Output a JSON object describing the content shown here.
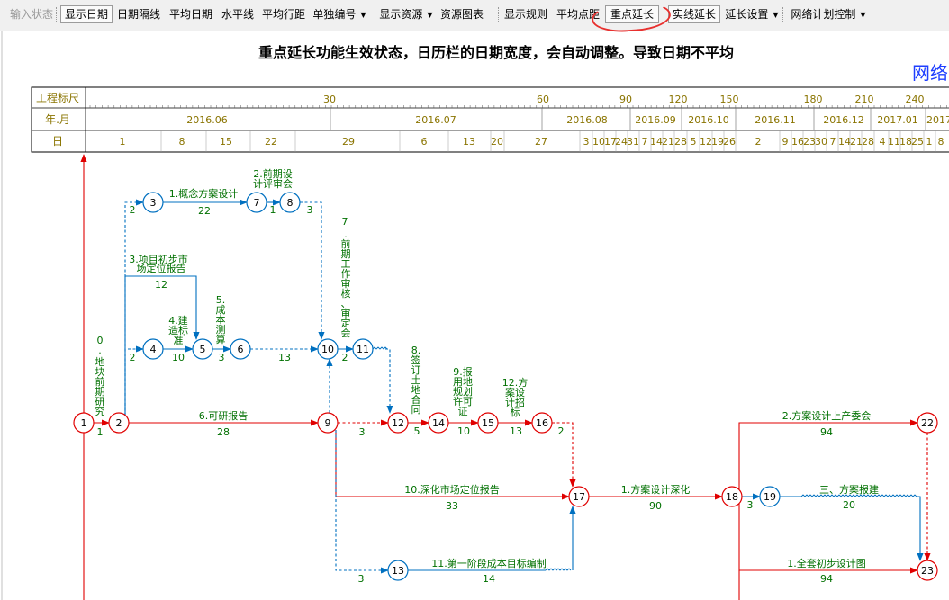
{
  "toolbar": {
    "items": [
      {
        "label": "输入状态",
        "disabled": true,
        "dropdown": false,
        "boxed": false
      },
      {
        "label": "显示日期",
        "disabled": false,
        "dropdown": false,
        "boxed": true
      },
      {
        "label": "日期隔线",
        "disabled": false,
        "dropdown": false,
        "boxed": false
      },
      {
        "label": "平均日期",
        "disabled": false,
        "dropdown": false,
        "boxed": false
      },
      {
        "label": "水平线",
        "disabled": false,
        "dropdown": false,
        "boxed": false
      },
      {
        "label": "平均行距",
        "disabled": false,
        "dropdown": false,
        "boxed": false
      },
      {
        "label": "单独编号",
        "disabled": false,
        "dropdown": true,
        "boxed": false
      },
      {
        "label": "显示资源",
        "disabled": false,
        "dropdown": true,
        "boxed": false
      },
      {
        "label": "资源图表",
        "disabled": false,
        "dropdown": false,
        "boxed": false
      },
      {
        "label": "显示规则",
        "disabled": false,
        "dropdown": false,
        "boxed": false
      },
      {
        "label": "平均点距",
        "disabled": false,
        "dropdown": false,
        "boxed": false
      },
      {
        "label": "重点延长",
        "disabled": false,
        "dropdown": false,
        "boxed": true
      },
      {
        "label": "实线延长",
        "disabled": false,
        "dropdown": false,
        "boxed": true
      },
      {
        "label": "延长设置",
        "disabled": false,
        "dropdown": true,
        "boxed": false
      },
      {
        "label": "网络计划控制",
        "disabled": false,
        "dropdown": true,
        "boxed": false
      }
    ]
  },
  "heading": "重点延长功能生效状态，日历栏的日期宽度，会自动调整。导致日期不平均",
  "network_title_partial": "网络",
  "scale": {
    "row_labels": {
      "ruler": "工程标尺",
      "month": "年.月",
      "day": "日"
    },
    "ruler_numbers": [
      "30",
      "60",
      "90",
      "120",
      "150",
      "180",
      "210",
      "240"
    ],
    "months": [
      "2016.06",
      "2016.07",
      "2016.08",
      "2016.09",
      "2016.10",
      "2016.11",
      "2016.12",
      "2017.01",
      "2017"
    ],
    "days": [
      "1",
      "8",
      "15",
      "22",
      "29",
      "6",
      "13",
      "20",
      "27",
      "3",
      "10",
      "17",
      "24",
      "31",
      "7",
      "14",
      "21",
      "28",
      "5",
      "12",
      "19",
      "26",
      "2",
      "9",
      "16",
      "23",
      "30",
      "7",
      "14",
      "21",
      "28",
      "4",
      "11",
      "18",
      "25",
      "1",
      "8"
    ]
  },
  "colors": {
    "critical": "#e00000",
    "normal": "#0070c0",
    "text": "#007000",
    "scale_text": "#8a7400"
  },
  "nodes": [
    "1",
    "2",
    "3",
    "4",
    "5",
    "6",
    "7",
    "8",
    "9",
    "10",
    "11",
    "12",
    "13",
    "14",
    "15",
    "16",
    "17",
    "18",
    "19",
    "22",
    "23"
  ],
  "tasks": [
    {
      "name": "1.概念方案设计",
      "duration": "22"
    },
    {
      "name": "2.前期设计评审会",
      "duration": "1"
    },
    {
      "name": "3.项目初步市场定位报告",
      "duration": "12"
    },
    {
      "name": "4.建造标准",
      "duration": "10"
    },
    {
      "name": "5.成本测算",
      "duration": "3"
    },
    {
      "name": "6.可研报告",
      "duration": "28"
    },
    {
      "name": "7.前期工作审核、审定会",
      "duration": "2"
    },
    {
      "name": "8.签订土地合同",
      "duration": "5"
    },
    {
      "name": "9.报用地规划许可证",
      "duration": "10"
    },
    {
      "name": "12.方案设计招标",
      "duration": "13"
    },
    {
      "name": "10.深化市场定位报告",
      "duration": "33"
    },
    {
      "name": "11.第一阶段成本目标编制",
      "duration": "14"
    },
    {
      "name": "1.方案设计深化",
      "duration": "90"
    },
    {
      "name": "2.方案设计上产委会",
      "duration": "94"
    },
    {
      "name": "三、方案报建",
      "duration": "20"
    },
    {
      "name": "1.全套初步设计图",
      "duration": "94"
    },
    {
      "name": "地块前期研究",
      "duration": "1"
    }
  ],
  "float_labels": [
    "0",
    "2",
    "2",
    "3",
    "13",
    "3",
    "2",
    "3",
    "3"
  ]
}
